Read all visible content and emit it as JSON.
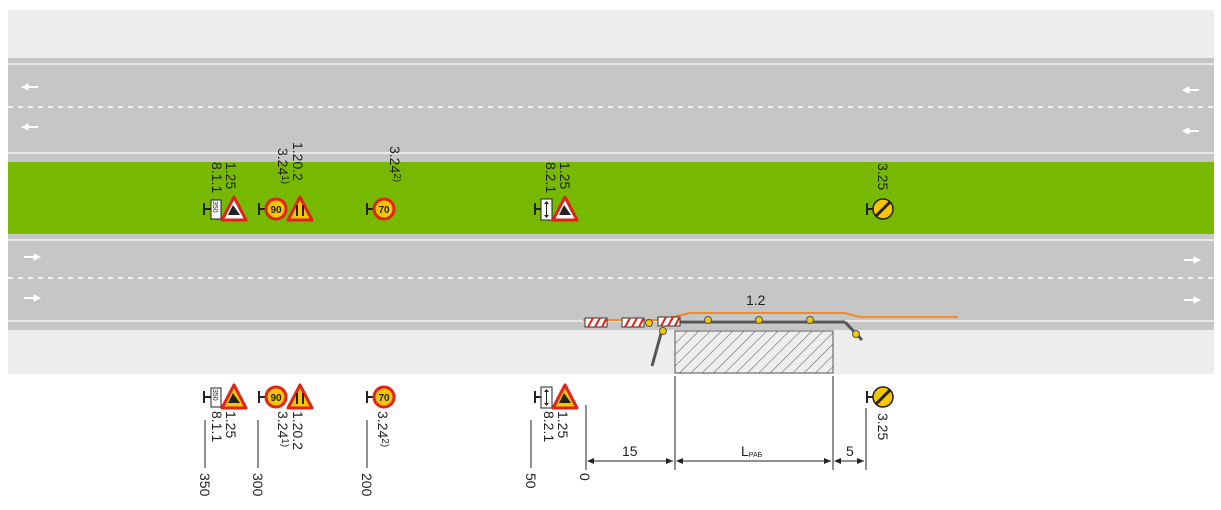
{
  "colors": {
    "road": "#c6c6c6",
    "shoulder": "#eeeeee",
    "median": "#77b900",
    "lane_line": "#ffffff",
    "edge_line": "#e8e8e8",
    "sign_red": "#e2231a",
    "sign_yellow": "#f7c600",
    "barrier": "#888888",
    "orange_line": "#f08a2b",
    "hatch": "#555555"
  },
  "signs_top": [
    {
      "id": "s125a",
      "code": "1.25",
      "plate": "8.1.1",
      "plate_value": "350",
      "icon": "road-works-triangle-icon"
    },
    {
      "id": "s1202",
      "code": "1.20.2",
      "plate": "3.24",
      "plate_sup": "1)",
      "speed": "90",
      "icon": "road-narrows-triangle-icon"
    },
    {
      "id": "s324b",
      "code": "3.24",
      "code_sup": "2)",
      "speed": "70",
      "icon": "speed-limit-icon"
    },
    {
      "id": "s125b",
      "code": "1.25",
      "plate": "8.2.1",
      "icon": "road-works-triangle-icon"
    },
    {
      "id": "s325",
      "code": "3.25",
      "icon": "end-speed-limit-icon"
    }
  ],
  "signs_bottom": [
    {
      "id": "b125a",
      "code": "1.25",
      "plate": "8.1.1",
      "plate_value": "350",
      "icon": "road-works-triangle-icon"
    },
    {
      "id": "b1202",
      "code": "1.20.2",
      "plate": "3.24",
      "plate_sup": "1)",
      "speed": "90",
      "icon": "road-narrows-triangle-icon"
    },
    {
      "id": "b324b",
      "code": "3.24",
      "code_sup": "2)",
      "speed": "70",
      "icon": "speed-limit-icon"
    },
    {
      "id": "b125b",
      "code": "1.25",
      "plate": "8.2.1",
      "icon": "road-works-triangle-icon"
    },
    {
      "id": "b325",
      "code": "3.25",
      "icon": "end-speed-limit-icon"
    }
  ],
  "marking_label": "1.2",
  "distances": [
    "350",
    "300",
    "200",
    "50",
    "0"
  ],
  "dimensions": {
    "d1": "15",
    "work_zone": "L",
    "work_zone_sub": "РАБ",
    "d2": "5"
  }
}
